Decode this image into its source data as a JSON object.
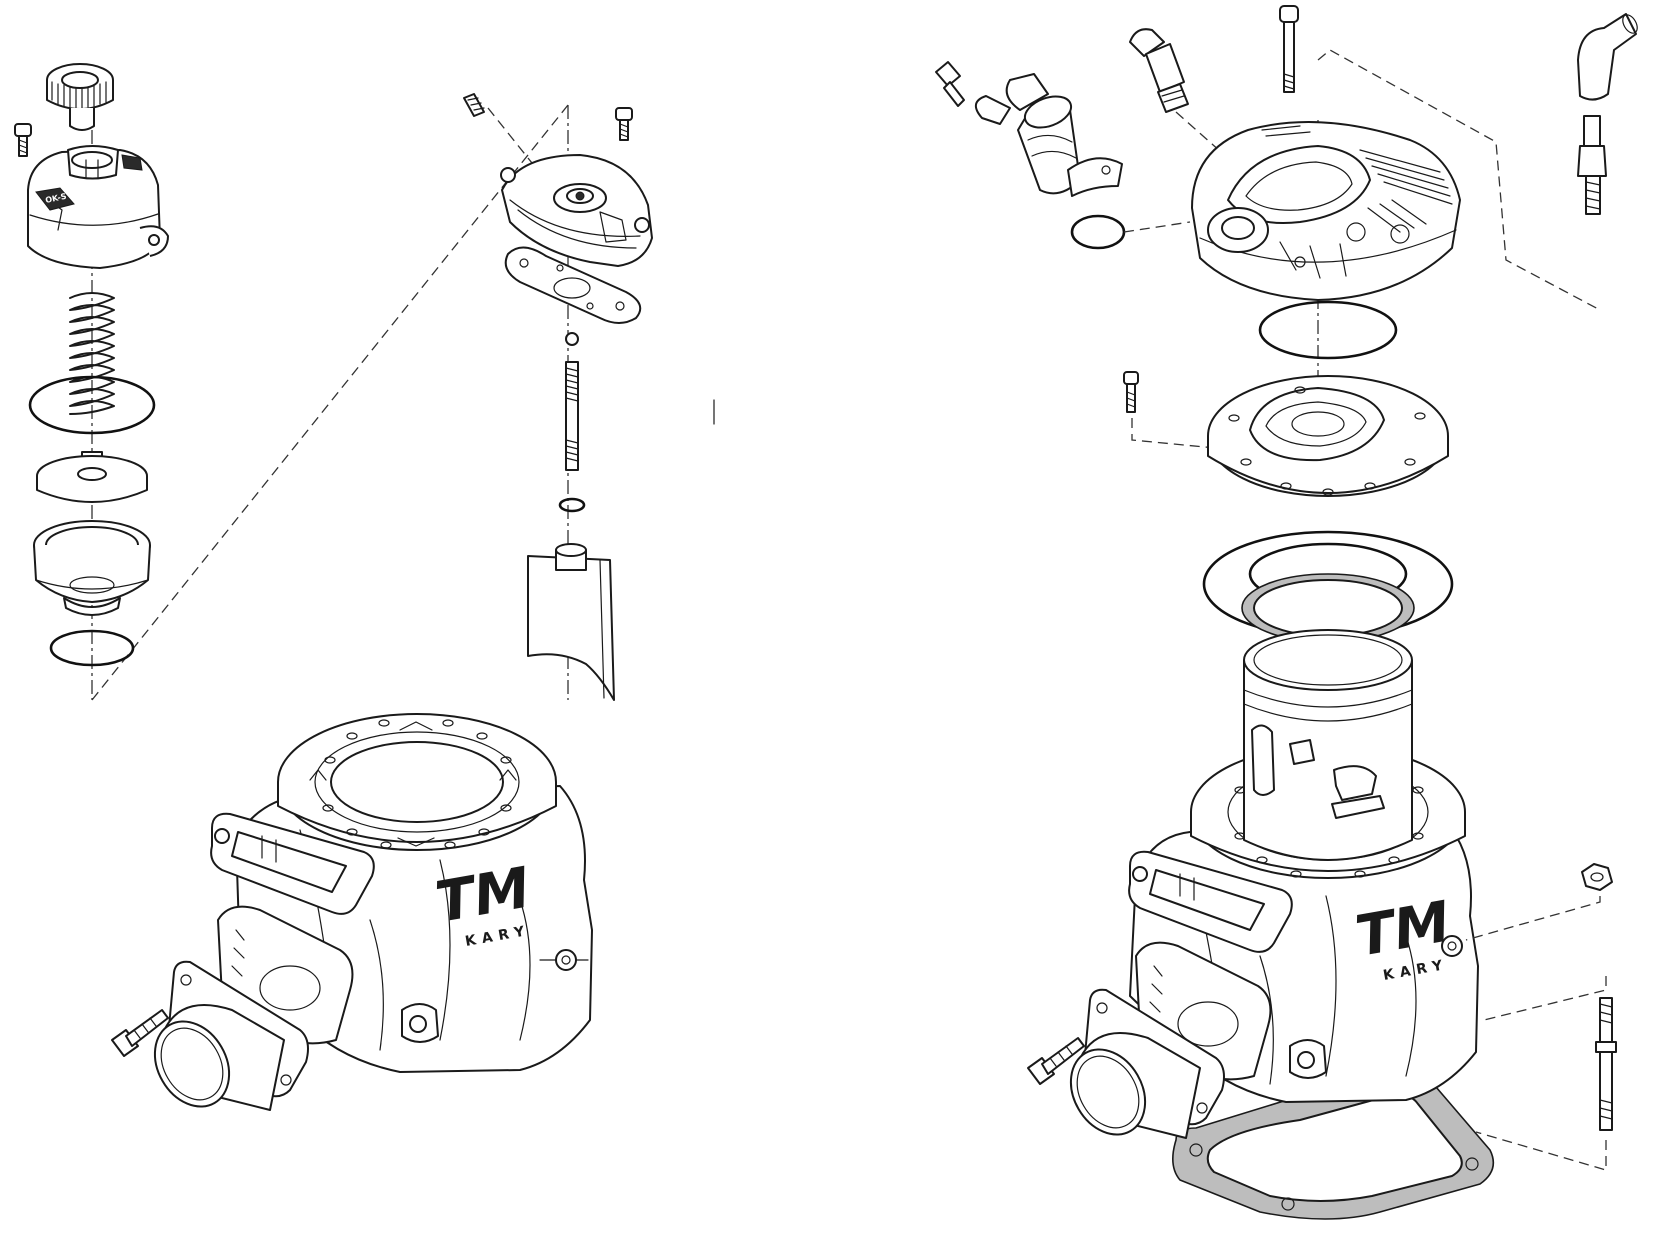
{
  "left_cylinder": {
    "brand_logo": "TM",
    "brand_sub": "KARY"
  },
  "right_cylinder": {
    "brand_logo": "TM",
    "brand_sub": "KARY"
  },
  "valve_cap": {
    "tag_label": "OK-S"
  },
  "colors": {
    "line": "#1a1a1a",
    "gasket_fill": "#bdbdbd",
    "background": "#ffffff"
  }
}
